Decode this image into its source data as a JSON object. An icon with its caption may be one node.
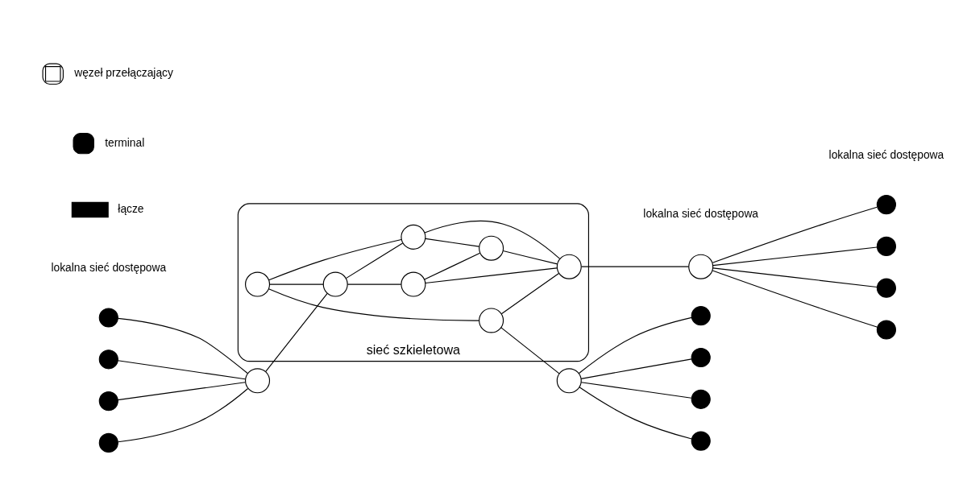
{
  "diagram": {
    "nodes": [
      {
        "text": [
          "sieć szkieletowa"
        ]
      },
      {
        "text": [],
        "shape": "circle",
        "in": 0
      },
      {
        "text": [],
        "shape": "circle",
        "in": 0
      },
      {
        "text": [],
        "shape": "circle"
      },
      {
        "text": [],
        "shape": "circle"
      },
      {
        "text": [],
        "shape": "circle"
      },
      {
        "text": [],
        "shape": "circle"
      },
      {
        "text": [],
        "shape": "circle"
      },
      {
        "text": [],
        "shape": "circle"
      },
      {
        "text": [],
        "shape": "circle"
      },
      {
        "text": [],
        "shape": "circle"
      },
      {
        "text": [],
        "shape": "circle"
      },
      {
        "text": [],
        "shape": "circle"
      },
      {
        "text": [],
        "shape": "circle",
        "in": 0
      },
      {
        "text": [],
        "shape": "circle",
        "in": 0
      },
      {
        "text": [],
        "shape": "circle",
        "in": 0
      },
      {
        "text": [],
        "shape": "circle"
      },
      {
        "text": [],
        "shape": "circle"
      },
      {
        "text": [],
        "shape": "circle"
      },
      {
        "text": [],
        "shape": "circle"
      },
      {
        "text": [],
        "shape": "circle"
      },
      {
        "text": [],
        "shape": "circle",
        "in": 0
      },
      {
        "text": [],
        "shape": "circle",
        "in": 0
      }
    ],
    "edges": [
      {
        "from": 1,
        "to": 2,
        "arrow": "none"
      },
      {
        "from": 1,
        "to": 13,
        "arrow": "none"
      },
      {
        "from": 1,
        "to": 14,
        "arrow": "none"
      },
      {
        "from": 2,
        "to": 15,
        "arrow": "none"
      },
      {
        "from": 2,
        "to": 3,
        "arrow": "none"
      },
      {
        "from": 3,
        "to": 4,
        "arrow": "none"
      },
      {
        "from": 3,
        "to": 5,
        "arrow": "none"
      },
      {
        "from": 3,
        "to": 6,
        "arrow": "none"
      },
      {
        "from": 3,
        "to": 7,
        "arrow": "none"
      },
      {
        "from": 12,
        "to": 8,
        "arrow": "none"
      },
      {
        "from": 12,
        "to": 9,
        "arrow": "none"
      },
      {
        "from": 12,
        "to": 10,
        "arrow": "none"
      },
      {
        "from": 12,
        "to": 11,
        "arrow": "none"
      },
      {
        "from": 12,
        "to": 13,
        "arrow": "none"
      },
      {
        "from": 13,
        "to": 14,
        "arrow": "none"
      },
      {
        "from": 14,
        "to": 15,
        "arrow": "none"
      },
      {
        "from": 15,
        "to": 16,
        "arrow": "none"
      },
      {
        "from": 16,
        "to": 17,
        "arrow": "none"
      },
      {
        "from": 16,
        "to": 18,
        "arrow": "none"
      },
      {
        "from": 16,
        "to": 19,
        "arrow": "none"
      },
      {
        "from": 16,
        "to": 20,
        "arrow": "none"
      },
      {
        "from": 13,
        "to": 21,
        "arrow": "none"
      },
      {
        "from": 14,
        "to": 22,
        "arrow": "none"
      },
      {
        "from": 15,
        "to": 21,
        "arrow": "none"
      },
      {
        "from": 15,
        "to": 22,
        "arrow": "none"
      },
      {
        "from": 21,
        "to": 22,
        "arrow": "none"
      }
    ],
    "labels": [
      "lokalna sieć dostępowa",
      "lokalna sieć dostępowa",
      "lokalna sieć dostępowa"
    ],
    "legend": [
      {
        "text": "węzeł przełączający"
      },
      {
        "text": "terminal"
      },
      {
        "text": "łącze"
      }
    ]
  }
}
